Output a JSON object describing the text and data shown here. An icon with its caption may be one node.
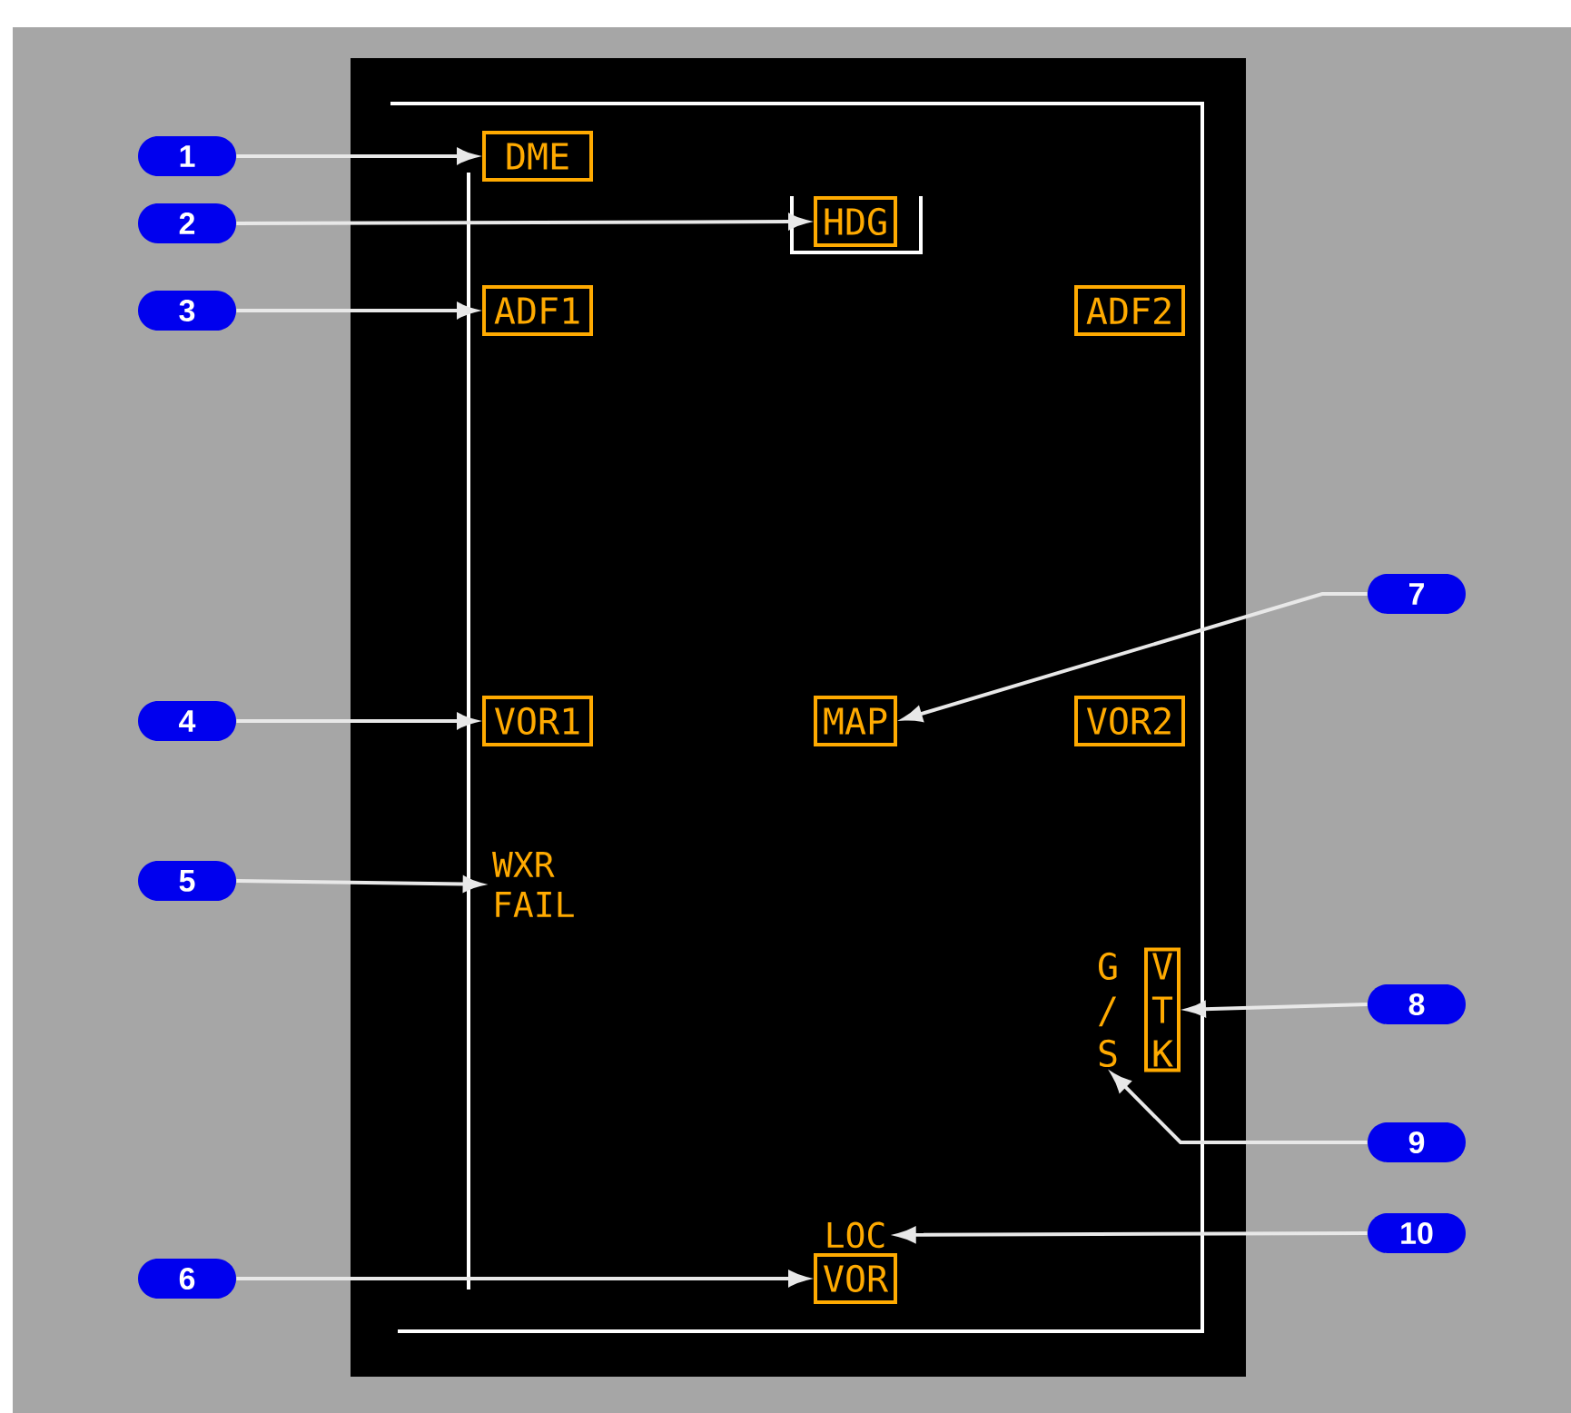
{
  "diagram": {
    "nodes": [
      {
        "text": [
          "1"
        ]
      },
      {
        "text": [
          "2"
        ]
      },
      {
        "text": [
          "3"
        ]
      },
      {
        "text": [
          "4"
        ]
      },
      {
        "text": [
          "5"
        ]
      },
      {
        "text": [
          "6"
        ]
      },
      {
        "text": [
          "7"
        ]
      },
      {
        "text": [
          "8"
        ]
      },
      {
        "text": [
          "9"
        ]
      },
      {
        "text": [
          "10"
        ]
      },
      {
        "text": [
          "DME"
        ]
      },
      {
        "text": [
          "HDG"
        ]
      },
      {
        "text": [
          "ADF1"
        ]
      },
      {
        "text": [
          "ADF2"
        ]
      },
      {
        "text": [
          "VOR1"
        ]
      },
      {
        "text": [
          "MAP"
        ]
      },
      {
        "text": [
          "VOR2"
        ]
      },
      {
        "text": [
          "WXR FAIL"
        ]
      },
      {
        "text": [
          "G/S"
        ]
      },
      {
        "text": [
          "VTK"
        ]
      },
      {
        "text": [
          "LOC"
        ]
      },
      {
        "text": [
          "VOR"
        ]
      }
    ],
    "edges": [
      {
        "from": 0,
        "to": 10,
        "arrow": "to"
      },
      {
        "from": 1,
        "to": 11,
        "arrow": "to"
      },
      {
        "from": 2,
        "to": 12,
        "arrow": "to"
      },
      {
        "from": 3,
        "to": 14,
        "arrow": "to"
      },
      {
        "from": 4,
        "to": 17,
        "arrow": "to"
      },
      {
        "from": 5,
        "to": 21,
        "arrow": "to"
      },
      {
        "from": 6,
        "to": 15,
        "arrow": "to"
      },
      {
        "from": 7,
        "to": 19,
        "arrow": "to"
      },
      {
        "from": 8,
        "to": 18,
        "arrow": "to"
      },
      {
        "from": 9,
        "to": 20,
        "arrow": "to"
      }
    ]
  }
}
